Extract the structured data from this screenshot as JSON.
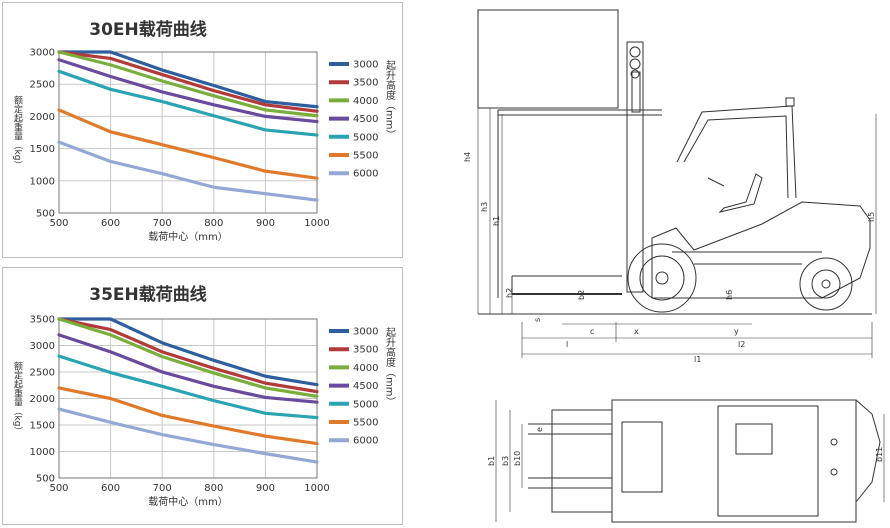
{
  "chart_data": [
    {
      "type": "line",
      "title": "30EH载荷曲线",
      "xlabel": "载荷中心（mm）",
      "ylabel": "额定起重量（kg）",
      "xlim": [
        500,
        1000
      ],
      "ylim": [
        500,
        3000
      ],
      "x_ticks": [
        "500",
        "600",
        "700",
        "800",
        "900",
        "1000"
      ],
      "y_ticks": [
        "500",
        "1000",
        "1500",
        "2000",
        "2500",
        "3000"
      ],
      "legend_title": "起升高度（mm）",
      "legend_position": "right",
      "grid": true,
      "x": [
        500,
        600,
        700,
        800,
        900,
        1000
      ],
      "series": [
        {
          "name": "3000",
          "color": "#2e5e9e",
          "values": [
            3000,
            3000,
            2720,
            2480,
            2230,
            2150
          ]
        },
        {
          "name": "3500",
          "color": "#b23a3a",
          "values": [
            3000,
            2900,
            2650,
            2400,
            2180,
            2080
          ]
        },
        {
          "name": "4000",
          "color": "#7aae3c",
          "values": [
            3000,
            2800,
            2550,
            2320,
            2100,
            2010
          ]
        },
        {
          "name": "4500",
          "color": "#6a4a9c",
          "values": [
            2880,
            2620,
            2380,
            2180,
            2000,
            1920
          ]
        },
        {
          "name": "5000",
          "color": "#2aa3b3",
          "values": [
            2700,
            2420,
            2230,
            2010,
            1790,
            1710
          ]
        },
        {
          "name": "5500",
          "color": "#e07a2a",
          "values": [
            2100,
            1760,
            1560,
            1360,
            1150,
            1040
          ]
        },
        {
          "name": "6000",
          "color": "#93a8d4",
          "values": [
            1600,
            1300,
            1110,
            900,
            800,
            700
          ]
        }
      ]
    },
    {
      "type": "line",
      "title": "35EH载荷曲线",
      "xlabel": "载荷中心（mm）",
      "ylabel": "额定起重量（kg）",
      "xlim": [
        500,
        1000
      ],
      "ylim": [
        500,
        3500
      ],
      "x_ticks": [
        "500",
        "600",
        "700",
        "800",
        "900",
        "1000"
      ],
      "y_ticks": [
        "500",
        "1000",
        "1500",
        "2000",
        "2500",
        "3000",
        "3500"
      ],
      "legend_title": "起升高度（mm）",
      "legend_position": "right",
      "grid": true,
      "x": [
        500,
        600,
        700,
        800,
        900,
        1000
      ],
      "series": [
        {
          "name": "3000",
          "color": "#2e5e9e",
          "values": [
            3500,
            3500,
            3050,
            2720,
            2420,
            2260
          ]
        },
        {
          "name": "3500",
          "color": "#b23a3a",
          "values": [
            3500,
            3300,
            2880,
            2570,
            2290,
            2130
          ]
        },
        {
          "name": "4000",
          "color": "#7aae3c",
          "values": [
            3500,
            3200,
            2790,
            2480,
            2200,
            2040
          ]
        },
        {
          "name": "4500",
          "color": "#6a4a9c",
          "values": [
            3200,
            2880,
            2500,
            2230,
            2020,
            1930
          ]
        },
        {
          "name": "5000",
          "color": "#2aa3b3",
          "values": [
            2800,
            2490,
            2230,
            1960,
            1720,
            1640
          ]
        },
        {
          "name": "5500",
          "color": "#e07a2a",
          "values": [
            2200,
            2000,
            1680,
            1480,
            1290,
            1150
          ]
        },
        {
          "name": "6000",
          "color": "#93a8d4",
          "values": [
            1800,
            1550,
            1320,
            1130,
            960,
            800
          ]
        }
      ]
    }
  ],
  "drawing": {
    "side_labels": {
      "h4": "h4",
      "h3": "h3",
      "h1": "h1",
      "h2": "h2",
      "h5": "h5",
      "h6": "h6",
      "b2": "b2",
      "s": "s",
      "c": "c",
      "x": "x",
      "y": "y",
      "l": "l",
      "l2": "l2",
      "l1": "l1"
    },
    "top_labels": {
      "e": "e",
      "b1": "b1",
      "b3": "b3",
      "b10": "b10",
      "b11": "b11"
    }
  }
}
